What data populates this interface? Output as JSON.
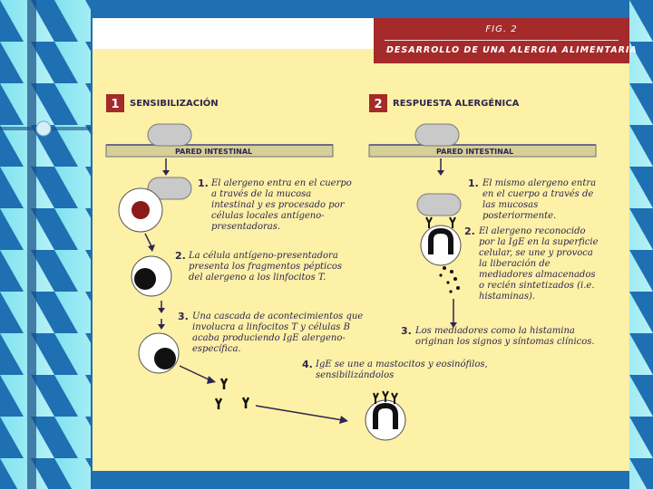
{
  "figure": {
    "number": "FIG. 2",
    "title": "DESARROLLO DE UNA ALERGIA ALIMENTARIA"
  },
  "sections": [
    {
      "badge": "1",
      "title": "SENSIBILIZACIÓN",
      "wall_label": "PARED INTESTINAL"
    },
    {
      "badge": "2",
      "title": "RESPUESTA ALERGÉNICA",
      "wall_label": "PARED INTESTINAL"
    }
  ],
  "steps_left": [
    {
      "num": "1.",
      "text": "El alergeno entra en el cuerpo a través de la mucosa intestinal y es procesado por células locales antígeno-presentadoras."
    },
    {
      "num": "2.",
      "text": "La célula antígeno-presentadora presenta los fragmentos pépticos del alergeno a los linfocitos T."
    },
    {
      "num": "3.",
      "text": "Una cascada de acontecimientos que involucra a linfocitos T y células B acaba produciendo IgE alergeno-específica."
    },
    {
      "num": "4.",
      "text": "IgE se une a mastocitos y eosinófilos, sensibilizándolos"
    }
  ],
  "steps_right": [
    {
      "num": "1.",
      "text": "El mismo alergeno entra en el cuerpo a través de las mucosas posteriormente."
    },
    {
      "num": "2.",
      "text": "El alergeno reconocido por la IgE en la superficie celular, se une y provoca la liberación de mediadores almacenados o recién sintetizados (i.e. histaminas)."
    },
    {
      "num": "3.",
      "text": "Los mediadores como la histamina originan los signos y síntomas clínicos."
    }
  ],
  "colors": {
    "panel": "#fcf1a6",
    "header": "#a52a2a",
    "text": "#2e2550",
    "badge": "#a52a2a"
  }
}
